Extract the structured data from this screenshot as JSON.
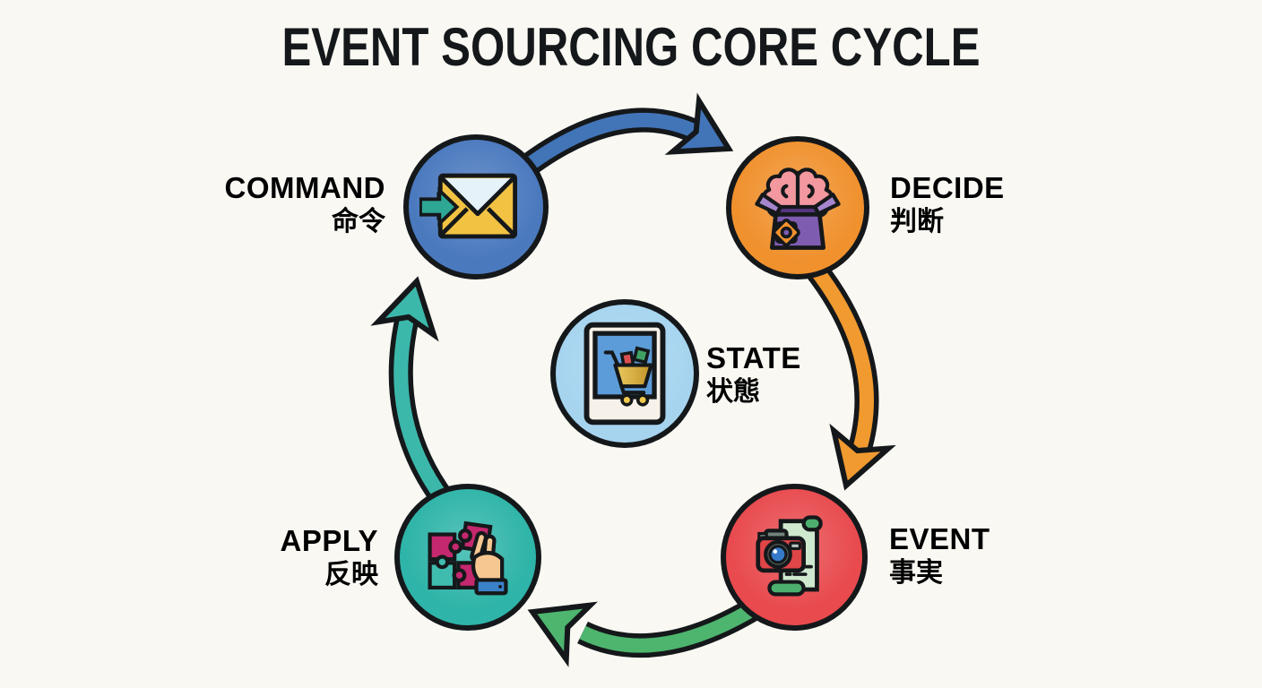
{
  "title": "EVENT SOURCING CORE CYCLE",
  "nodes": [
    {
      "id": "command",
      "label": "COMMAND",
      "label_ja": "命令",
      "color": "#4A79BE",
      "icon": "envelope-with-arrow-icon"
    },
    {
      "id": "decide",
      "label": "DECIDE",
      "label_ja": "判断",
      "color": "#F0912E",
      "icon": "brain-in-open-box-icon"
    },
    {
      "id": "event",
      "label": "EVENT",
      "label_ja": "事実",
      "color": "#E84A4E",
      "icon": "camera-snapshot-scroll-icon"
    },
    {
      "id": "apply",
      "label": "APPLY",
      "label_ja": "反映",
      "color": "#2EB4A8",
      "icon": "puzzle-pieces-hand-icon"
    },
    {
      "id": "state",
      "label": "STATE",
      "label_ja": "状態",
      "color": "#A6D4EF",
      "icon": "shopping-cart-photo-icon"
    }
  ],
  "arrows": [
    {
      "from": "COMMAND",
      "to": "DECIDE",
      "color": "#4274B8"
    },
    {
      "from": "DECIDE",
      "to": "EVENT",
      "color": "#F09A30"
    },
    {
      "from": "EVENT",
      "to": "APPLY",
      "color": "#4DB56E"
    },
    {
      "from": "APPLY",
      "to": "COMMAND",
      "color": "#3CB8AB"
    }
  ],
  "colors": {
    "background": "#FAF8F3",
    "text": "#15181A",
    "outline": "#15181A"
  }
}
